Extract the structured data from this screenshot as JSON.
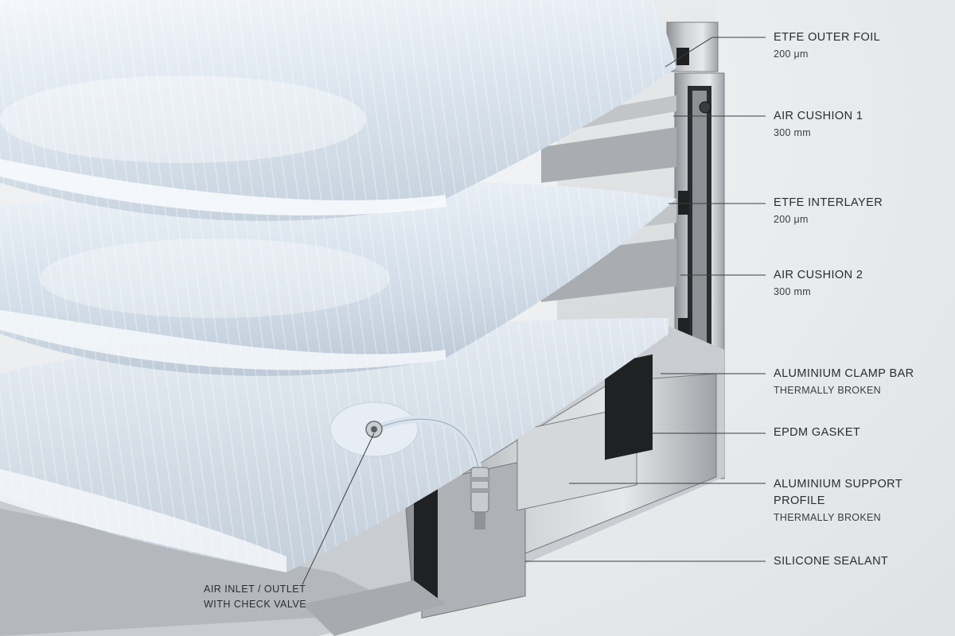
{
  "callouts": [
    {
      "title": "ETFE OUTER FOIL",
      "subtitle": "200 μm"
    },
    {
      "title": "AIR CUSHION 1",
      "subtitle": "300 mm"
    },
    {
      "title": "ETFE INTERLAYER",
      "subtitle": "200 μm"
    },
    {
      "title": "AIR CUSHION 2",
      "subtitle": "300 mm"
    },
    {
      "title": "ALUMINIUM CLAMP BAR",
      "subtitle": "THERMALLY BROKEN"
    },
    {
      "title": "EPDM GASKET",
      "subtitle": ""
    },
    {
      "title": "ALUMINIUM SUPPORT",
      "title2": "PROFILE",
      "subtitle": "THERMALLY BROKEN"
    },
    {
      "title": "SILICONE SEALANT",
      "subtitle": ""
    }
  ],
  "inlet": {
    "line1": "AIR INLET / OUTLET",
    "line2": "WITH CHECK VALVE"
  },
  "colors": {
    "foil": "#dfe8f2",
    "aluminium": "#b9bcbf",
    "gasket": "#1d1f21",
    "text": "#2a2d30"
  }
}
